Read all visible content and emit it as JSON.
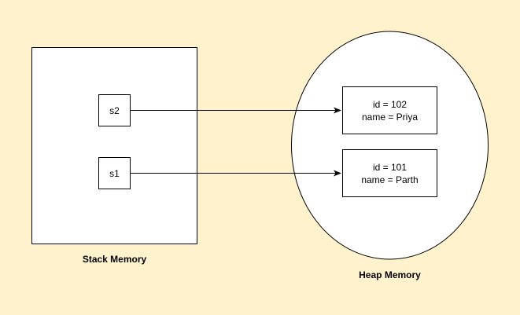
{
  "stack": {
    "caption": "Stack Memory",
    "refs": [
      {
        "label": "s2"
      },
      {
        "label": "s1"
      }
    ]
  },
  "heap": {
    "caption": "Heap Memory",
    "objects": [
      {
        "id_line": "id = 102",
        "name_line": "name = Priya"
      },
      {
        "id_line": "id = 101",
        "name_line": "name = Parth"
      }
    ]
  },
  "colors": {
    "background": "#fff2cc",
    "shape_fill": "#ffffff",
    "stroke": "#000000"
  }
}
